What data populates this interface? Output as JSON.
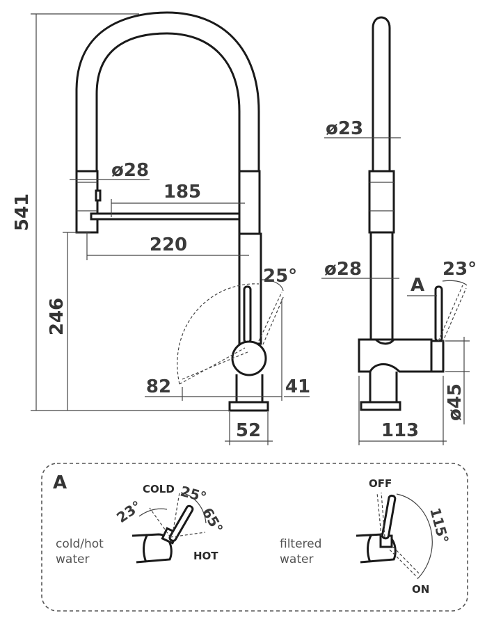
{
  "front_view": {
    "height_total": "541",
    "height_spout": "246",
    "diameter_head": "ø28",
    "reach_185": "185",
    "reach_220": "220",
    "angle_lever": "25°",
    "handle_82": "82",
    "handle_41": "41",
    "base_52": "52"
  },
  "side_view": {
    "diameter_hose": "ø23",
    "diameter_body": "ø28",
    "detail_marker": "A",
    "angle_lever": "23°",
    "diameter_handle": "ø45",
    "depth_113": "113"
  },
  "detail_a": {
    "title": "A",
    "left": {
      "caption_line1": "cold/hot",
      "caption_line2": "water",
      "label_cold": "COLD",
      "label_hot": "HOT",
      "angle_23": "23°",
      "angle_25": "25°",
      "angle_65": "65°"
    },
    "right": {
      "caption_line1": "filtered",
      "caption_line2": "water",
      "label_off": "OFF",
      "label_on": "ON",
      "angle_115": "115°"
    }
  }
}
